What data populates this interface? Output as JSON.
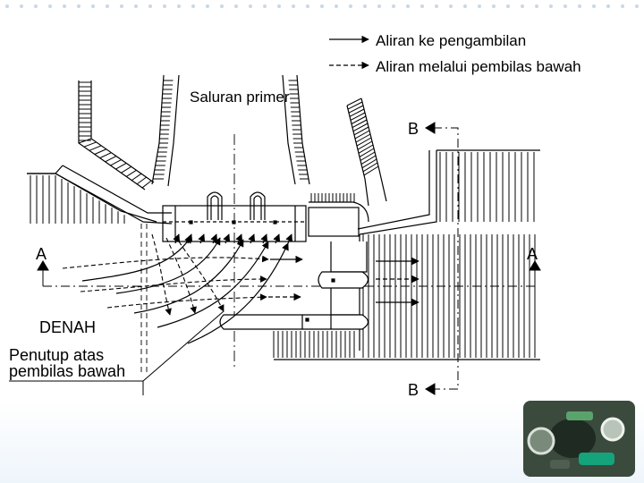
{
  "legend": {
    "intake_flow": "Aliran ke pengambilan",
    "undersluice_flow": "Aliran melalui pembilas bawah"
  },
  "labels": {
    "primary_channel": "Saluran primer",
    "section_b_top": "B",
    "section_b_bottom": "B",
    "section_a_left": "A",
    "section_a_right": "A",
    "plan": "DENAH",
    "cover_line1": "Penutup atas",
    "cover_line2": "pembilas bawah"
  },
  "colors": {
    "line": "#000000",
    "dots": "#c9d7e6",
    "band": "#eef5fb"
  },
  "icons": {
    "decor": "microscope-icon"
  }
}
